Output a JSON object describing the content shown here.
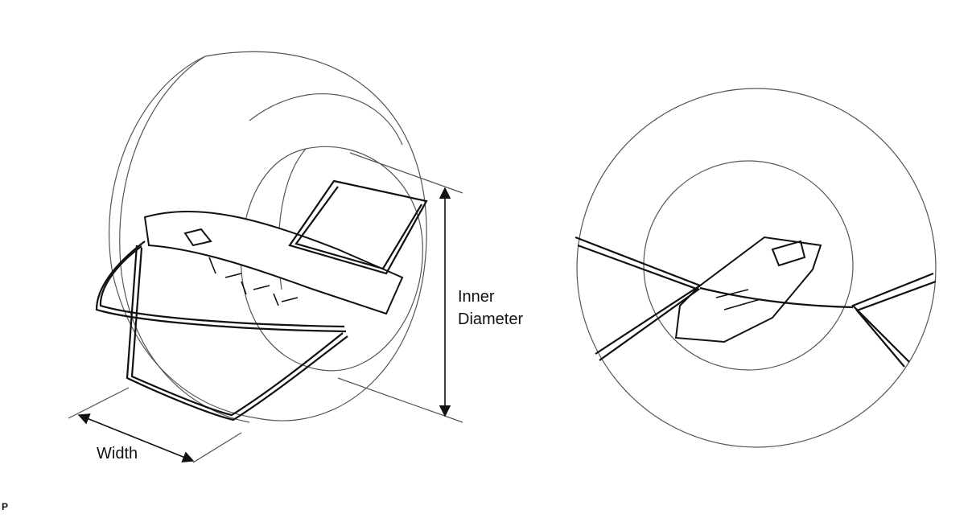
{
  "labels": {
    "inner_diameter_line1": "Inner",
    "inner_diameter_line2": "Diameter",
    "width": "Width",
    "corner_mark": "P"
  },
  "colors": {
    "line": "#222222",
    "thin_line": "#555555",
    "background": "#ffffff"
  }
}
